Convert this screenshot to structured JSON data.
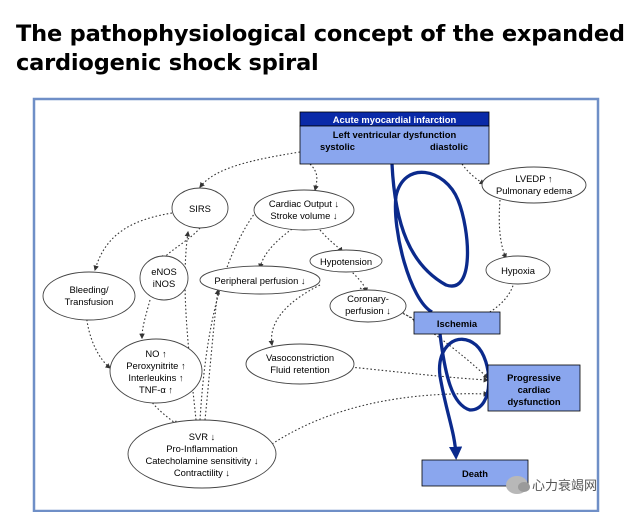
{
  "title": {
    "line1": "The pathophysiological concept of the expanded",
    "line2": "cardiogenic shock spiral"
  },
  "boxes": {
    "ami": "Acute myocardial infarction",
    "lvd": "Left ventricular dysfunction",
    "lvd_left": "systolic",
    "lvd_right": "diastolic",
    "ischemia": "Ischemia",
    "progressive_1": "Progressive",
    "progressive_2": "cardiac",
    "progressive_3": "dysfunction",
    "death": "Death"
  },
  "nodes": {
    "sirs": "SIRS",
    "co_1": "Cardiac Output ↓",
    "co_2": "Stroke volume ↓",
    "lvedp_1": "LVEDP ↑",
    "lvedp_2": "Pulmonary edema",
    "enos_1": "eNOS",
    "enos_2": "iNOS",
    "hypotension": "Hypotension",
    "hypoxia": "Hypoxia",
    "bleeding_1": "Bleeding/",
    "bleeding_2": "Transfusion",
    "peripheral": "Peripheral perfusion ↓",
    "coronary_1": "Coronary-",
    "coronary_2": "perfusion ↓",
    "no_1": "NO ↑",
    "no_2": "Peroxynitrite ↑",
    "no_3": "Interleukins ↑",
    "no_4": "TNF-α ↑",
    "vaso_1": "Vasoconstriction",
    "vaso_2": "Fluid retention",
    "svr_1": "SVR ↓",
    "svr_2": "Pro-Inflammation",
    "svr_3": "Catecholamine sensitivity ↓",
    "svr_4": "Contractility ↓"
  },
  "watermark": "心力衰竭网",
  "colors": {
    "frame": "#6f8fc7",
    "box_dark": "#0a2aa8",
    "box_light": "#8aa6ee",
    "spiral": "#0b2a8c"
  }
}
